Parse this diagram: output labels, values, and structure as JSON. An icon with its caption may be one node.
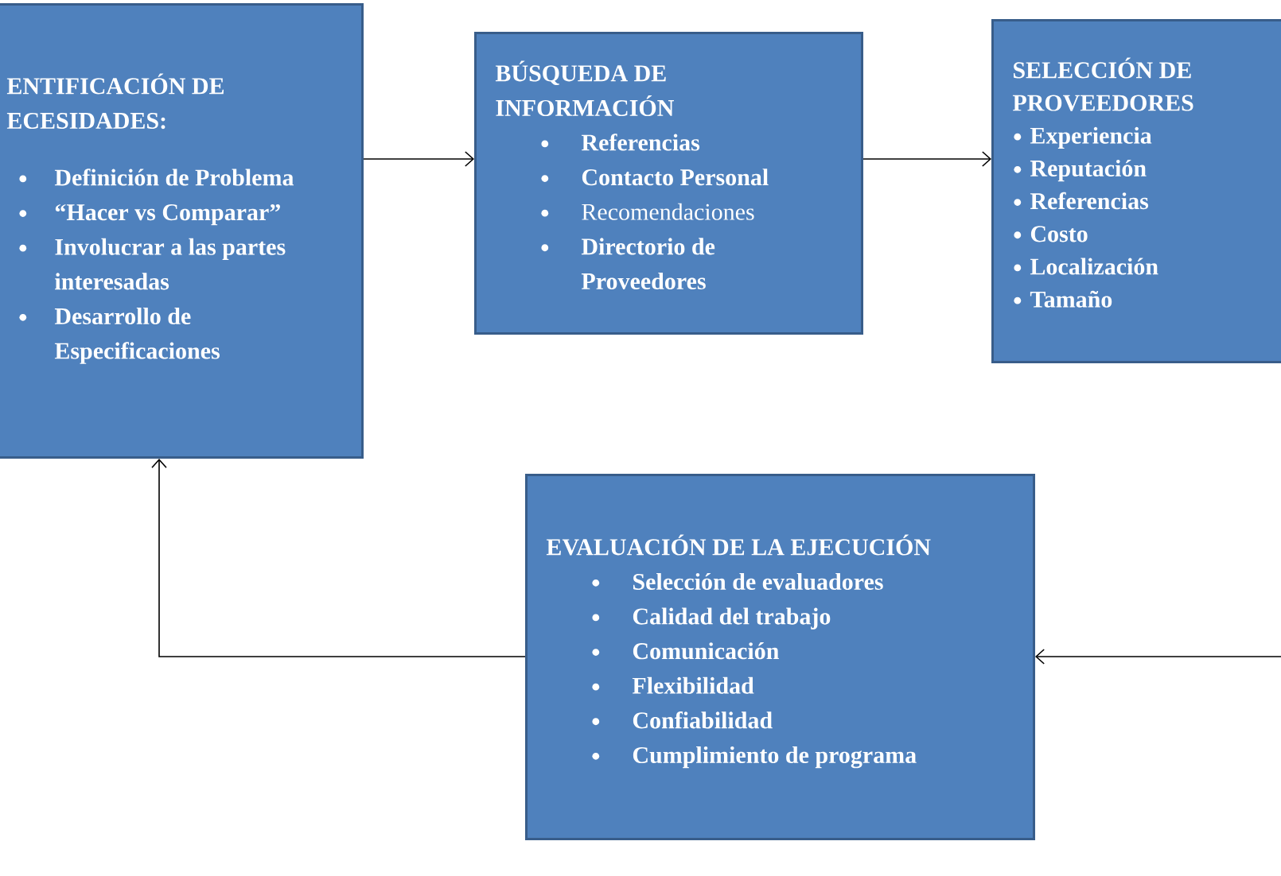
{
  "diagram": {
    "nodes": [
      {
        "text": [
          "ENTIFICACIÓN DE ECESIDADES:",
          "Definición de Problema",
          "“Hacer vs Comparar”",
          "Involucrar a las partes interesadas",
          "Desarrollo de Especificaciones"
        ]
      },
      {
        "text": [
          "BÚSQUEDA DE INFORMACIÓN",
          "Referencias",
          "Contacto Personal",
          "Recomendaciones",
          "Directorio de Proveedores"
        ]
      },
      {
        "text": [
          "SELECCIÓN DE PROVEEDORES",
          "Experiencia",
          "Reputación",
          "Referencias",
          "Costo",
          "Localización",
          "Tamaño"
        ]
      },
      {
        "text": [
          "EVALUACIÓN DE LA EJECUCIÓN",
          "Selección de evaluadores",
          "Calidad del trabajo",
          "Comunicación",
          "Flexibilidad",
          "Confiabilidad",
          "Cumplimiento de programa"
        ]
      }
    ],
    "edges": [
      {
        "from": 0,
        "to": 1,
        "arrow": "to"
      },
      {
        "from": 1,
        "to": 2,
        "arrow": "to"
      },
      {
        "from": null,
        "to": 3,
        "arrow": "to"
      },
      {
        "from": 3,
        "to": 0,
        "arrow": "to"
      }
    ]
  }
}
